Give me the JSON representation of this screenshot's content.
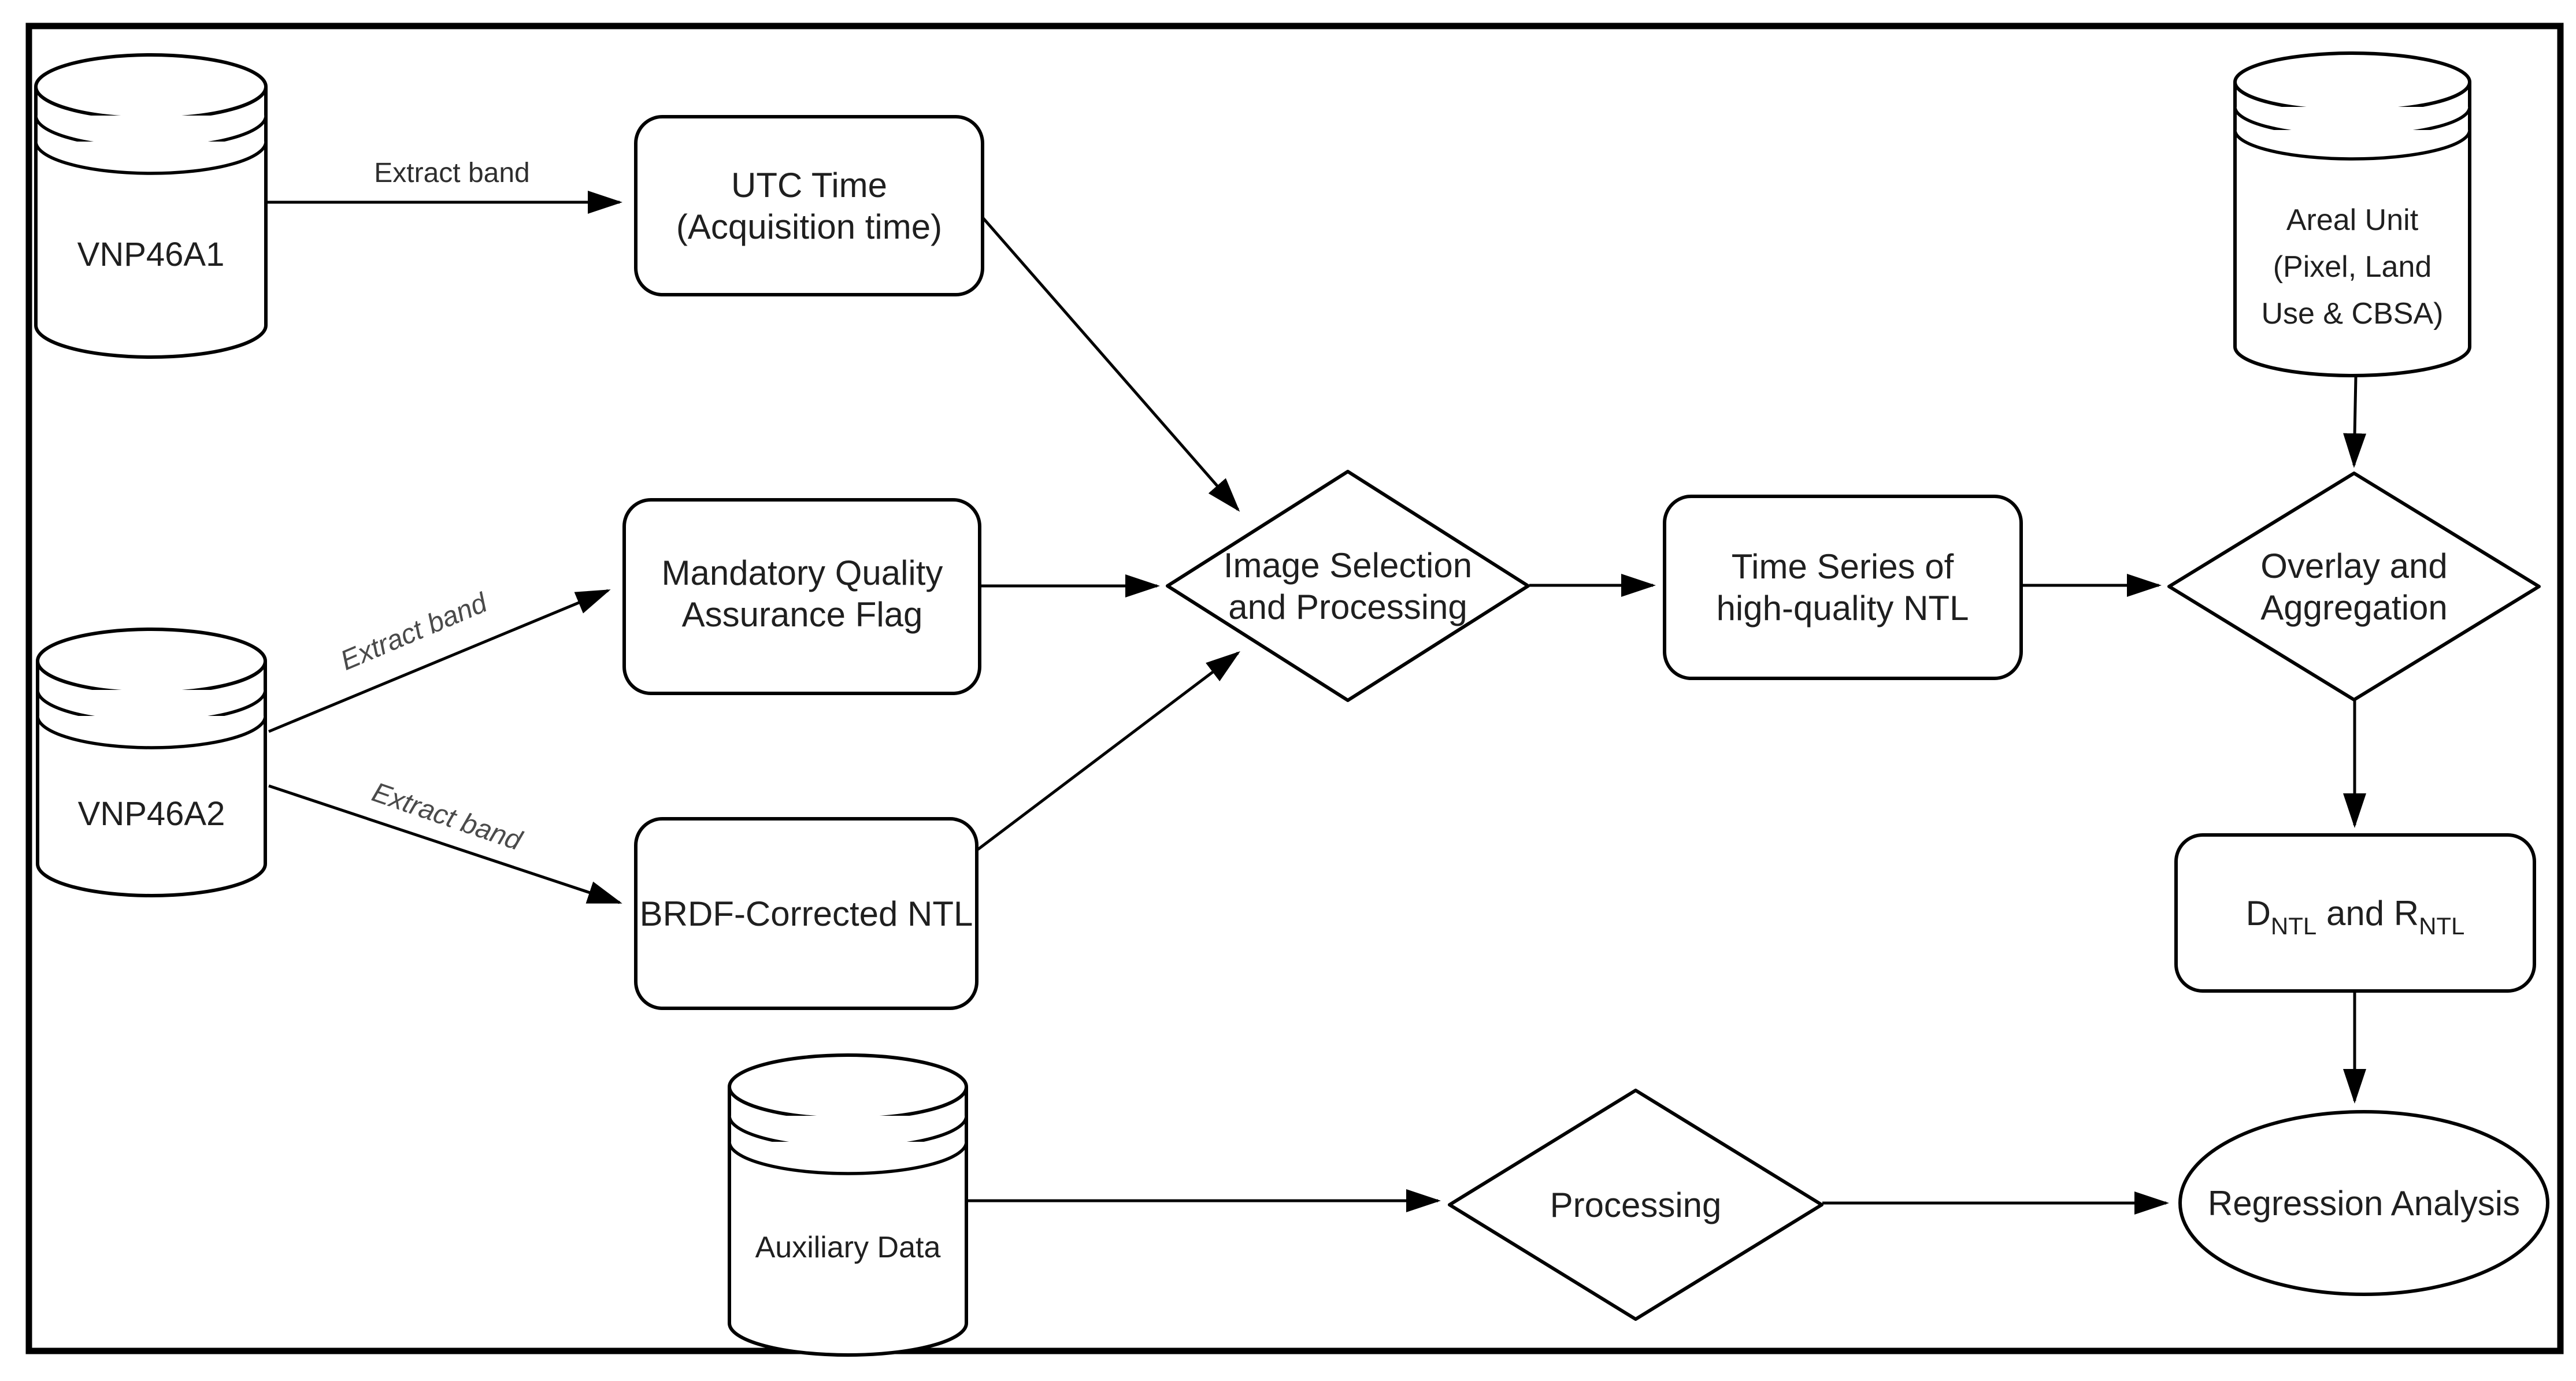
{
  "colors": {
    "background": "#ffffff",
    "stroke": "#000000",
    "text": "#1f1f1f",
    "rotated_label": "#4a4a4a"
  },
  "diagram": {
    "nodes": {
      "vnp46a1": {
        "type": "database",
        "label": "VNP46A1"
      },
      "vnp46a2": {
        "type": "database",
        "label": "VNP46A2"
      },
      "utc": {
        "type": "process",
        "line1": "UTC Time",
        "line2": "(Acquisition time)"
      },
      "mqa": {
        "type": "process",
        "line1": "Mandatory Quality",
        "line2": "Assurance Flag"
      },
      "brdf": {
        "type": "process",
        "label": "BRDF-Corrected NTL"
      },
      "imgsel": {
        "type": "decision",
        "line1": "Image Selection",
        "line2": "and Processing"
      },
      "timeseries": {
        "type": "process",
        "line1": "Time Series of",
        "line2": "high-quality NTL"
      },
      "areal": {
        "type": "database",
        "line1": "Areal Unit",
        "line2": "(Pixel, Land",
        "line3": "Use & CBSA)"
      },
      "overlay": {
        "type": "decision",
        "line1": "Overlay and",
        "line2": "Aggregation"
      },
      "dntl": {
        "type": "process",
        "part1": "D",
        "sub1": "NTL",
        "part2": " and R",
        "sub2": "NTL"
      },
      "auxiliary": {
        "type": "database",
        "label": "Auxiliary Data"
      },
      "processing": {
        "type": "decision",
        "label": "Processing"
      },
      "regression": {
        "type": "terminator",
        "label": "Regression Analysis"
      }
    },
    "edge_labels": {
      "extract_band_1": "Extract band",
      "extract_band_2": "Extract band",
      "extract_band_3": "Extract band"
    }
  }
}
